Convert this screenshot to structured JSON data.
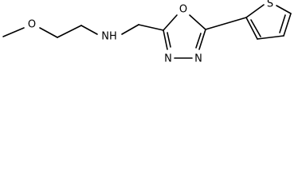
{
  "molecule": {
    "atom_labels": {
      "methoxy_o": "O",
      "amine_nh": "NH",
      "ring_o": "O",
      "ring_n1": "N",
      "ring_n2": "N",
      "thiophene_s": "S"
    }
  },
  "colors": {
    "bond": "#000000",
    "label": "#000000",
    "background": "#ffffff"
  }
}
